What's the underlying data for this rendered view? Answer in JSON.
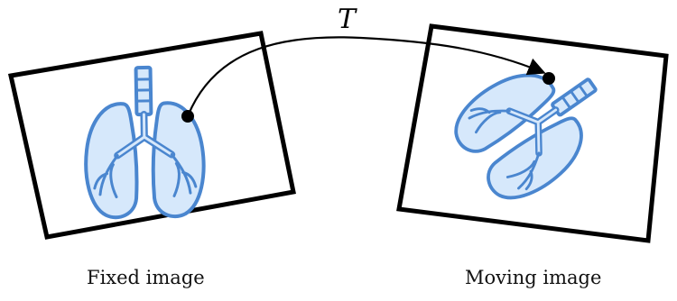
{
  "transform_label": "T",
  "fixed": {
    "caption": "Fixed image"
  },
  "moving": {
    "caption": "Moving image"
  },
  "colors": {
    "lung_fill": "#d6e8fb",
    "lung_stroke": "#4a86cf",
    "frame": "#000000",
    "arrow": "#000000"
  },
  "icons": [
    "lungs-icon",
    "lungs-icon"
  ]
}
